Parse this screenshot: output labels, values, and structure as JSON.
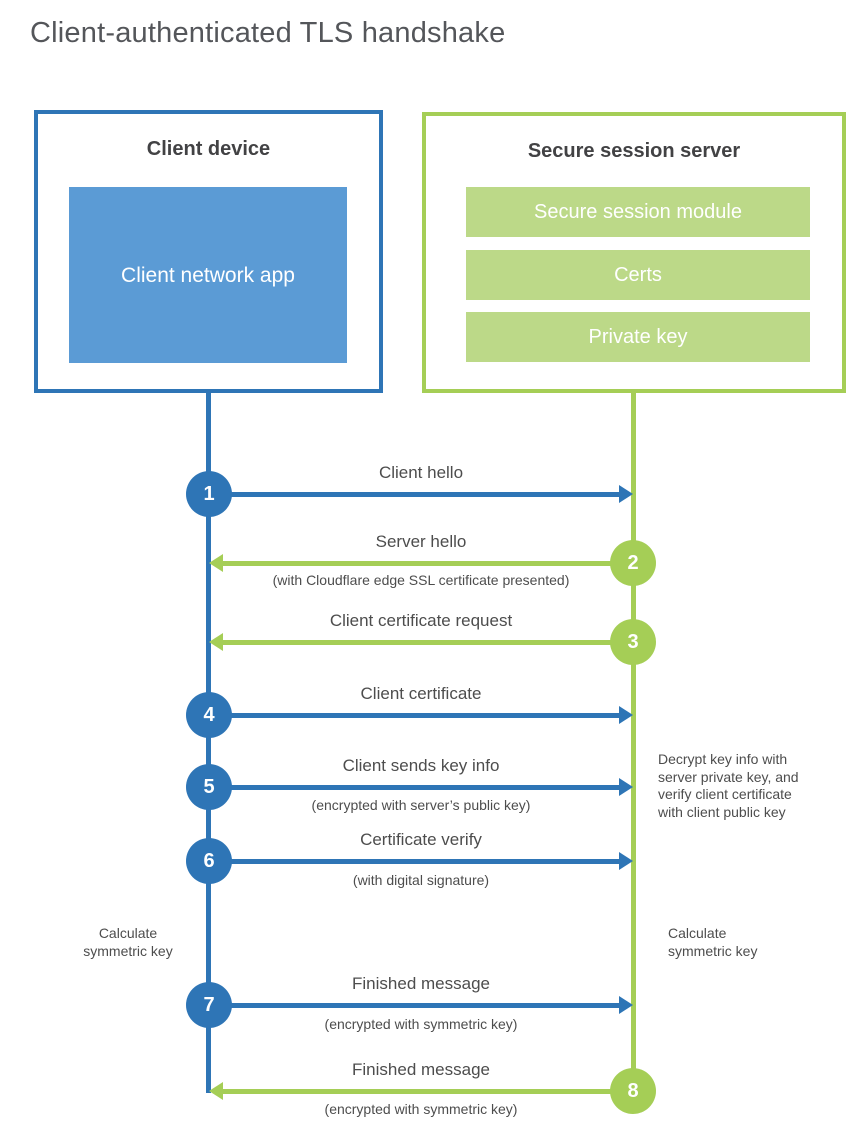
{
  "title": "Client-authenticated TLS handshake",
  "colors": {
    "blue": "#2e75b6",
    "blue_fill": "#5b9bd5",
    "green": "#a5ce56",
    "green_fill": "#bcd988",
    "text": "#4d4d4d",
    "heading": "#424244"
  },
  "client": {
    "heading": "Client device",
    "app_label": "Client network app"
  },
  "server": {
    "heading": "Secure session server",
    "modules": [
      "Secure session module",
      "Certs",
      "Private key"
    ]
  },
  "steps": [
    {
      "num": "1",
      "from": "client",
      "label": "Client hello",
      "sublabel": ""
    },
    {
      "num": "2",
      "from": "server",
      "label": "Server hello",
      "sublabel": "(with Cloudflare edge SSL certificate presented)"
    },
    {
      "num": "3",
      "from": "server",
      "label": "Client certificate request",
      "sublabel": ""
    },
    {
      "num": "4",
      "from": "client",
      "label": "Client certificate",
      "sublabel": ""
    },
    {
      "num": "5",
      "from": "client",
      "label": "Client sends key info",
      "sublabel": "(encrypted with server’s public key)"
    },
    {
      "num": "6",
      "from": "client",
      "label": "Certificate verify",
      "sublabel": "(with digital signature)"
    },
    {
      "num": "7",
      "from": "client",
      "label": "Finished message",
      "sublabel": "(encrypted with symmetric key)"
    },
    {
      "num": "8",
      "from": "server",
      "label": "Finished message",
      "sublabel": "(encrypted with symmetric key)"
    }
  ],
  "annotations": {
    "decrypt_note": "Decrypt key info with\nserver private key, and\nverify client certificate\nwith client public key",
    "calc_left": "Calculate\nsymmetric key",
    "calc_right": "Calculate\nsymmetric key"
  }
}
